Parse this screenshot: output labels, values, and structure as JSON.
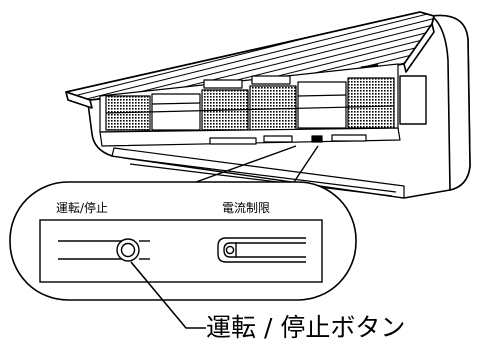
{
  "callout": {
    "left_button_label": "運転/停止",
    "right_button_label": "電流制限"
  },
  "caption": "運転 / 停止ボタン",
  "colors": {
    "line": "#000000",
    "background": "#ffffff"
  }
}
